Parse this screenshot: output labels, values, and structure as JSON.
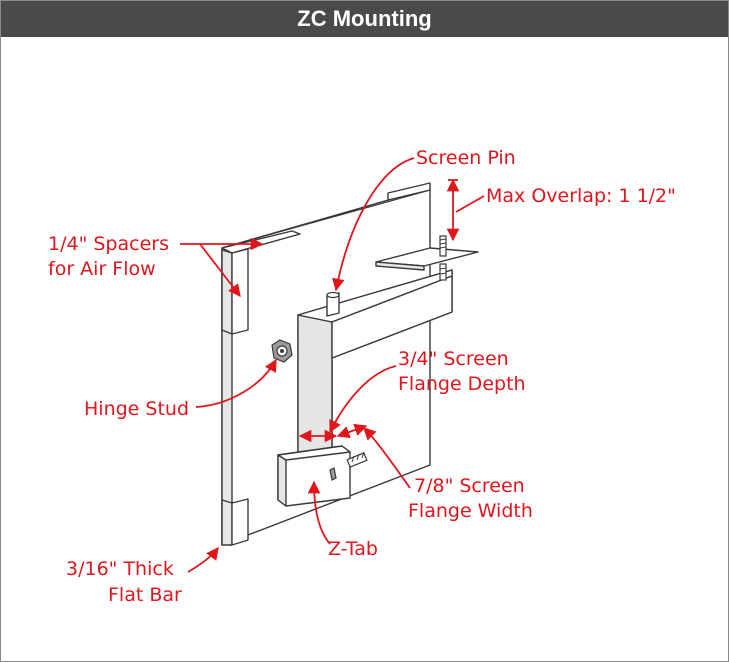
{
  "title": "ZC Mounting",
  "labels": {
    "screen_pin": "Screen Pin",
    "max_overlap": "Max Overlap: 1 1/2\"",
    "spacers_line1": "1/4\" Spacers",
    "spacers_line2": "for Air Flow",
    "hinge_stud": "Hinge Stud",
    "flange_depth_line1": "3/4\" Screen",
    "flange_depth_line2": "Flange Depth",
    "flange_width_line1": "7/8\" Screen",
    "flange_width_line2": "Flange Width",
    "z_tab": "Z-Tab",
    "flat_bar_line1": "3/16\" Thick",
    "flat_bar_line2": "Flat Bar"
  },
  "colors": {
    "label": "#e0161c",
    "header_bg": "#4a4a4a",
    "header_text": "#ffffff"
  }
}
